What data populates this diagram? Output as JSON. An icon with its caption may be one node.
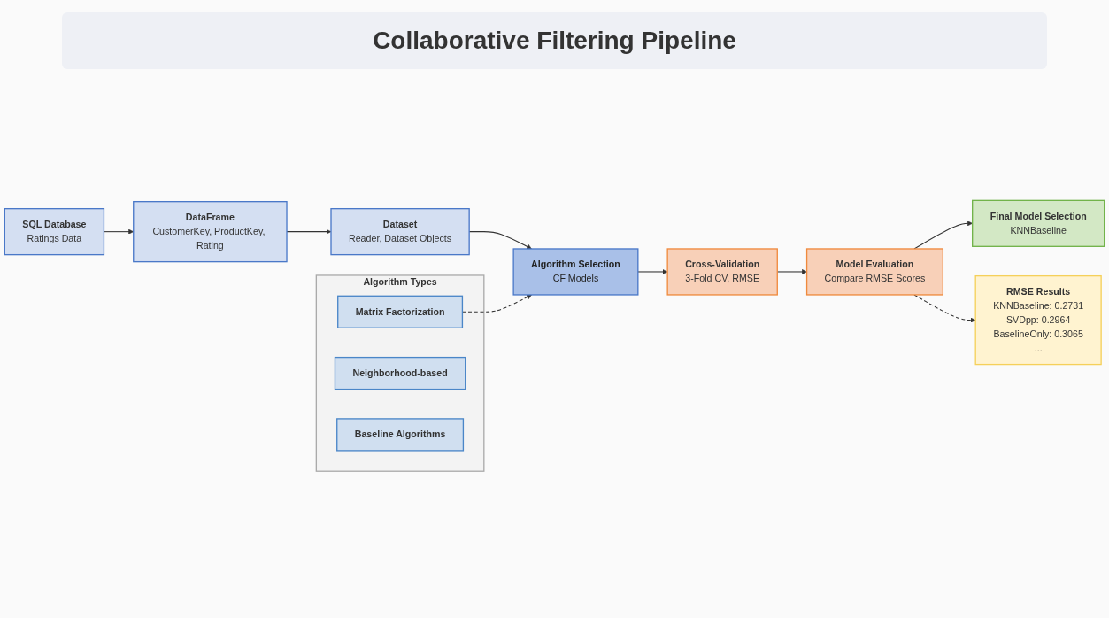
{
  "diagram": {
    "title": "Collaborative Filtering Pipeline",
    "nodes": [
      {
        "text": [
          "SQL Database",
          "Ratings Data"
        ]
      },
      {
        "text": [
          "DataFrame",
          "CustomerKey, ProductKey, Rating"
        ]
      },
      {
        "text": [
          "Dataset",
          "Reader, Dataset Objects"
        ]
      },
      {
        "text": [
          "Algorithm Selection",
          "CF Models"
        ]
      },
      {
        "text": [
          "Model Evaluation",
          "Compare RMSE Scores"
        ]
      },
      {
        "text": [
          "Cross-Validation",
          "3-Fold CV, RMSE"
        ]
      },
      {
        "text": [
          "Algorithm Types"
        ]
      },
      {
        "text": [
          "Matrix Factorization"
        ],
        "in": 6
      },
      {
        "text": [
          "Neighborhood-based"
        ],
        "in": 6
      },
      {
        "text": [
          "Baseline Algorithms"
        ],
        "in": 6
      },
      {
        "text": [
          "RMSE Results",
          "KNNBaseline: 0.2731",
          "SVDpp: 0.2964",
          "BaselineOnly: 0.3065",
          "..."
        ]
      },
      {
        "text": [
          "Final Model Selection",
          "KNNBaseline"
        ]
      }
    ],
    "edges": [
      {
        "from": 0,
        "to": 1,
        "arrow": "to"
      },
      {
        "from": 1,
        "to": 2,
        "arrow": "to"
      },
      {
        "from": 2,
        "to": 3,
        "arrow": "to"
      },
      {
        "from": 3,
        "to": 5,
        "arrow": "to"
      },
      {
        "from": 5,
        "to": 4,
        "arrow": "to"
      },
      {
        "from": 4,
        "to": 11,
        "arrow": "to"
      },
      {
        "from": 7,
        "to": 3,
        "arrow": "to",
        "style": "dashed"
      },
      {
        "from": 4,
        "to": 10,
        "arrow": "to",
        "style": "dashed"
      }
    ]
  }
}
